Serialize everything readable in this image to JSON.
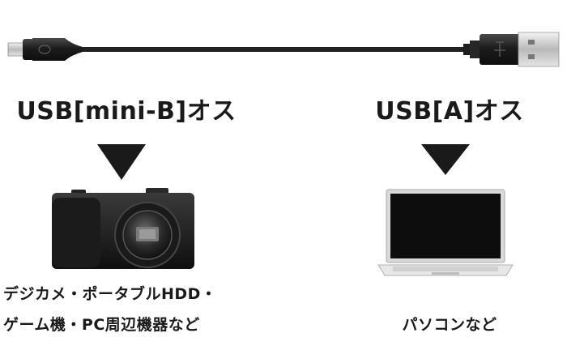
{
  "connectors": {
    "left": {
      "label": "USB[mini-B]オス"
    },
    "right": {
      "label": "USB[A]オス"
    }
  },
  "devices": {
    "left": {
      "line1": "デジカメ・ポータブルHDD・",
      "line2": "ゲーム機・PC周辺機器など"
    },
    "right": {
      "label": "パソコンなど"
    }
  },
  "colors": {
    "text": "#1a1a1a",
    "cable": "#222222",
    "plug_metal": "#c8c8c8",
    "arrow": "#1a1a1a"
  }
}
